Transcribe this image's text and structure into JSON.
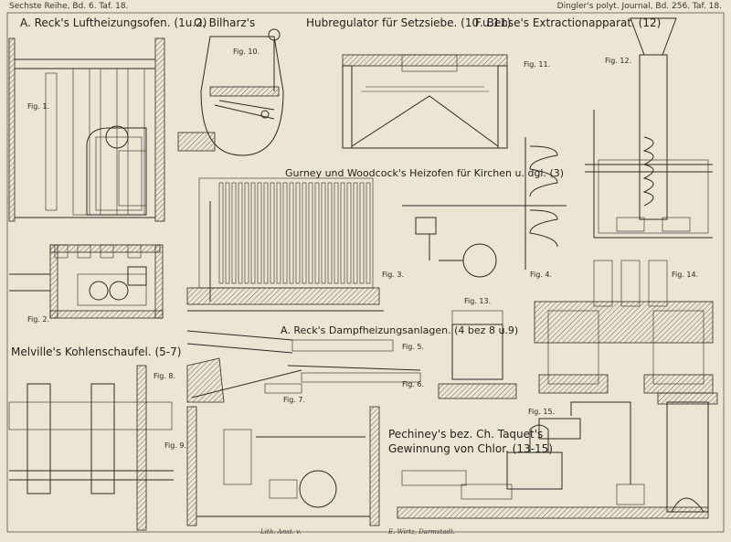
{
  "header": {
    "left": "Sechste Reihe, Bd. 6. Taf. 18.",
    "right": "Dingler's polyt. Journal, Bd. 256. Taf. 18."
  },
  "titles": {
    "reck_luft": "A. Reck's Luftheizungsofen. (1u.2)",
    "bilharz": "O. Bilharz's",
    "hubregulator": "Hubregulator für Setzsiebe. (10 u.11)",
    "bense": "F. Bense's Extractionapparat. (12)",
    "gurney": "Gurney und Woodcock's Heizofen für Kirchen u. dgl. (3)",
    "reck_dampf": "A. Reck's Dampfheizungsanlagen. (4 bez 8 u.9)",
    "melville": "Melville's Kohlenschaufel. (5-7)",
    "pechiney_1": "Pechiney's bez. Ch. Taquet's",
    "pechiney_2": "Gewinnung von Chlor. (13-15)"
  },
  "figures": {
    "f1": "Fig. 1.",
    "f2": "Fig. 2.",
    "f3": "Fig. 3.",
    "f4": "Fig. 4.",
    "f5": "Fig. 5.",
    "f6": "Fig. 6.",
    "f7": "Fig. 7.",
    "f8": "Fig. 8.",
    "f9": "Fig. 9.",
    "f10": "Fig. 10.",
    "f11": "Fig. 11.",
    "f12": "Fig. 12.",
    "f13": "Fig. 13.",
    "f14": "Fig. 14.",
    "f15": "Fig. 15."
  },
  "footer": {
    "left": "Lith. Anst. v.",
    "right": "E. Wirtz, Darmstadt."
  }
}
